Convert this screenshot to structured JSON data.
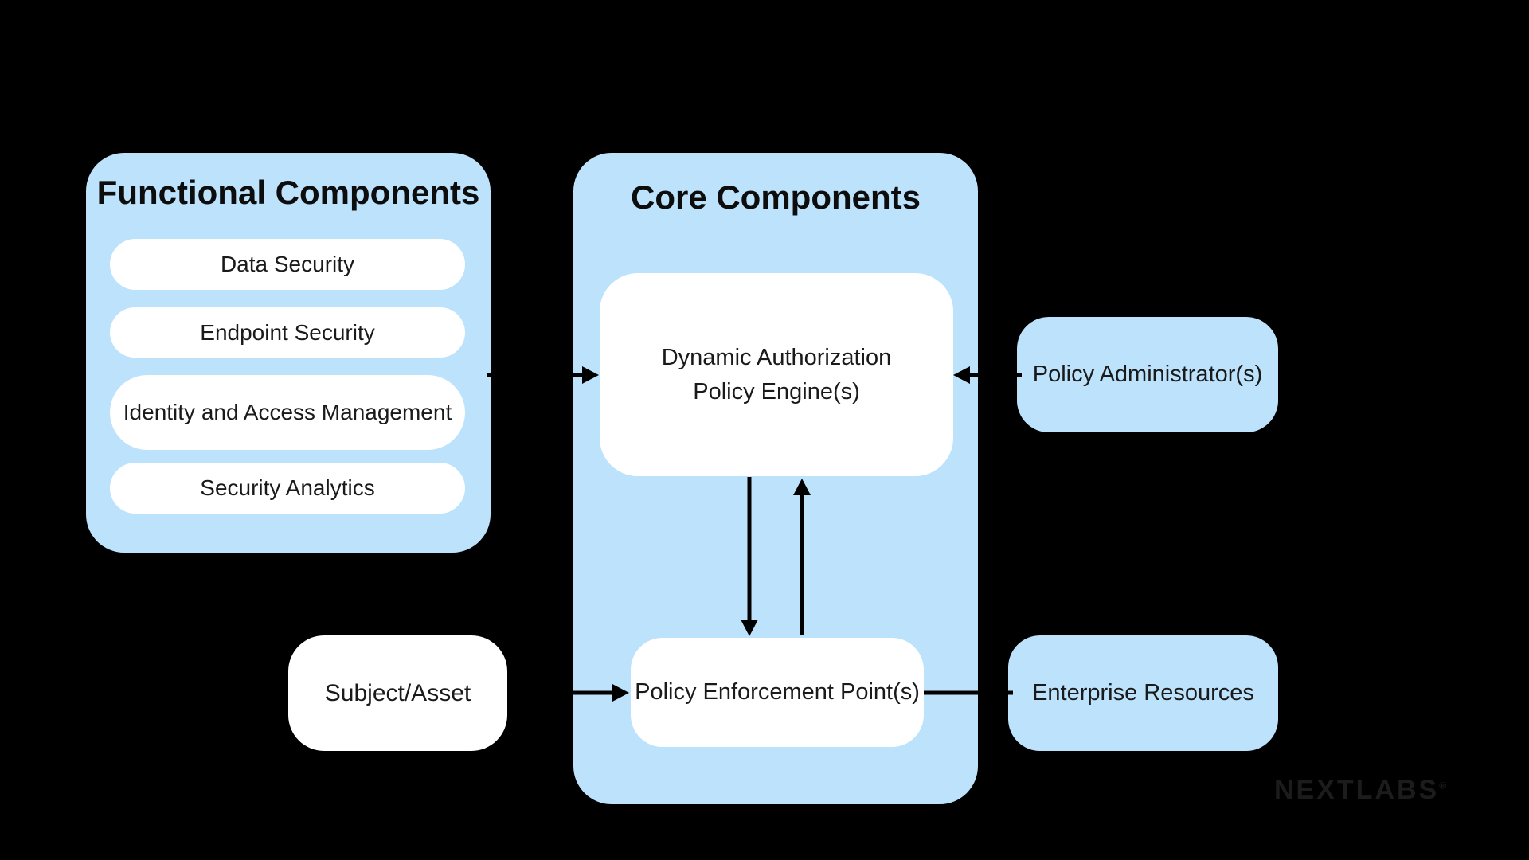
{
  "colors": {
    "background": "#000000",
    "panel_blue": "#BDE2FB",
    "card_white": "#FFFFFF",
    "label_text": "#1A1A1A",
    "title_text": "#0D0D0D",
    "arrow": "#000000",
    "logo_text": "#1C1C1C"
  },
  "functional_panel": {
    "title": "Functional Components",
    "items": [
      {
        "label": "Data Security"
      },
      {
        "label": "Endpoint Security"
      },
      {
        "label": "Identity and Access Management"
      },
      {
        "label": "Security Analytics"
      }
    ]
  },
  "core_panel": {
    "title": "Core Components",
    "policy_engine": {
      "line1": "Dynamic Authorization",
      "line2": "Policy Engine(s)"
    },
    "enforcement_point": {
      "label": "Policy Enforcement Point(s)"
    }
  },
  "subject_asset": {
    "label": "Subject/Asset"
  },
  "policy_administrators": {
    "label": "Policy Administrator(s)"
  },
  "enterprise_resources": {
    "label": "Enterprise Resources"
  },
  "logo": {
    "brand": "NEXTLABS",
    "registered_mark": "®"
  }
}
